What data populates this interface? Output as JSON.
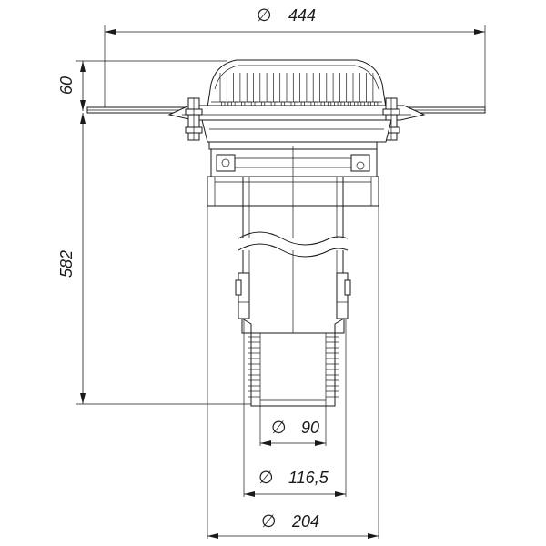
{
  "dimensions": {
    "flange_diameter": "444",
    "grate_height": "60",
    "body_height": "582",
    "outlet_inner_diameter": "90",
    "outlet_outer_diameter": "116,5",
    "body_diameter": "204"
  },
  "symbols": {
    "diameter": "∅"
  }
}
